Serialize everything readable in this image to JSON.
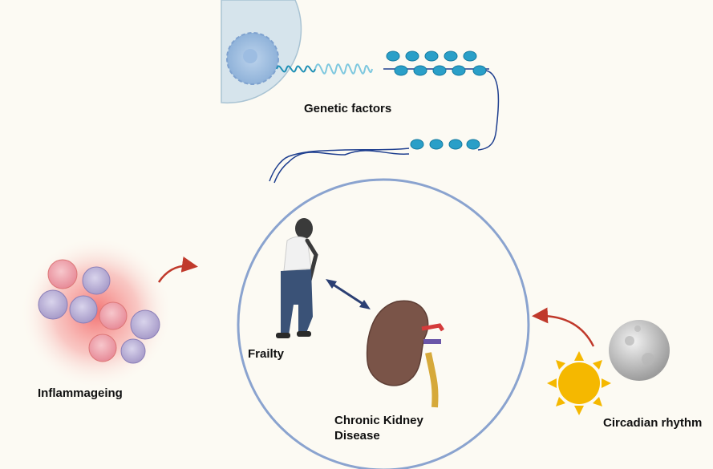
{
  "labels": {
    "genetic_factors": "Genetic factors",
    "frailty": "Frailty",
    "ckd_line1": "Chronic Kidney",
    "ckd_line2": "Disease",
    "inflammageing": "Inflammageing",
    "circadian_rhythm": "Circadian rhythm"
  },
  "colors": {
    "background": "#fcfaf3",
    "circle_stroke": "#8aa3cf",
    "arrow_red": "#c0392b",
    "double_arrow": "#2b3f73",
    "dna_blue": "#1f3f8f",
    "nucleosome": "#2a9fc8",
    "kidney": "#7a5448",
    "sun": "#f5b800",
    "moon": "#c9c9c9",
    "inflammation_glow": "#f25c5c"
  }
}
